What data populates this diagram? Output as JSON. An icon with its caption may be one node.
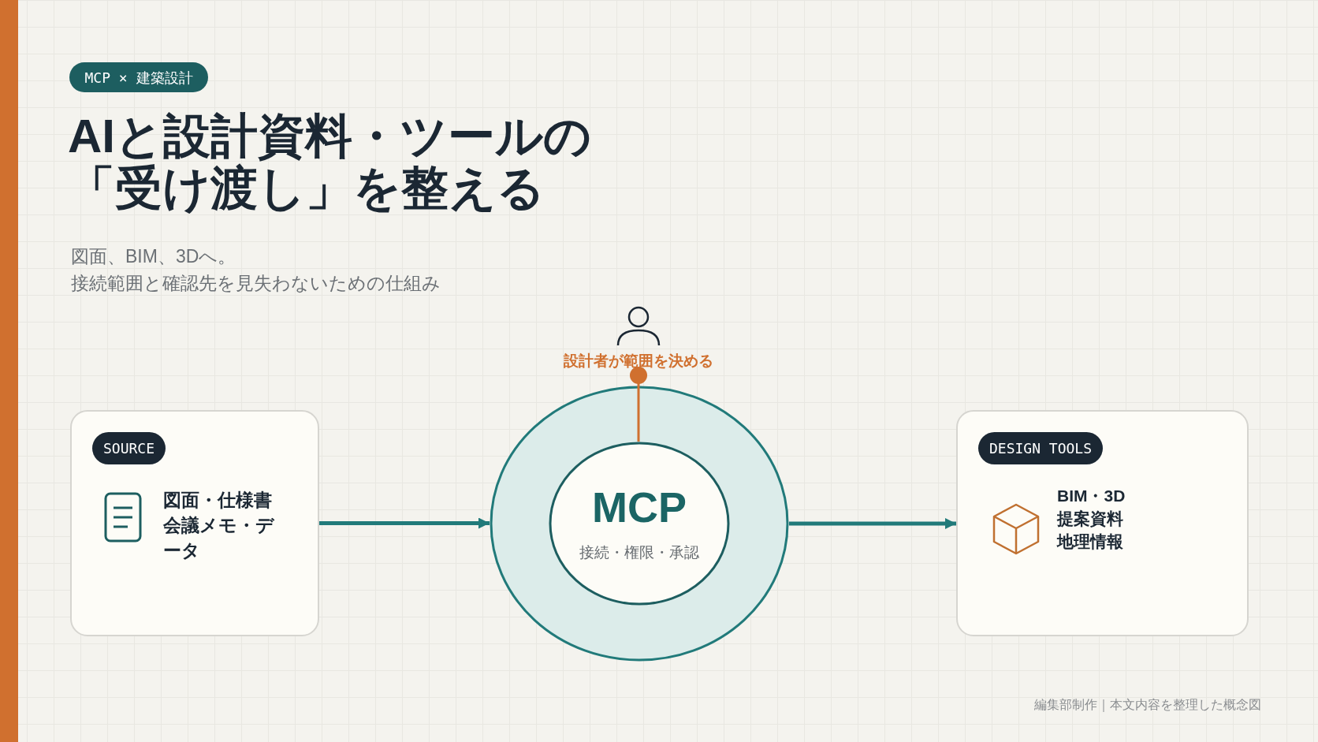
{
  "diagram": {
    "title": "AIと設計資料・ツールの「受け渡し」を整える",
    "nodes": [
      {
        "text": [
          "MCP × 建築設計"
        ]
      },
      {
        "text": [
          "SOURCE",
          "図面・仕様書会議メモ・データ"
        ]
      },
      {
        "text": [],
        "shape": "circle"
      },
      {
        "text": [
          "MCP",
          "接続・権限・承認"
        ],
        "in": 2
      },
      {
        "text": [],
        "shape": "person",
        "beside": [
          "設計者が範囲を決める"
        ]
      },
      {
        "text": [
          "DESIGN TOOLS",
          "BIM・3D",
          "提案資料",
          "地理情報"
        ]
      }
    ],
    "edges": [
      {
        "from": 1,
        "to": 2,
        "arrow": "to"
      },
      {
        "from": 2,
        "to": 5,
        "arrow": "to"
      },
      {
        "from": 4,
        "to": 3,
        "arrow": "other",
        "color": "#d0702f"
      }
    ],
    "labels": [
      "図面、BIM、3Dへ。",
      "接続範囲と確認先を見失わないための仕組み",
      "編集部制作｜本文内容を整理した概念図"
    ]
  }
}
